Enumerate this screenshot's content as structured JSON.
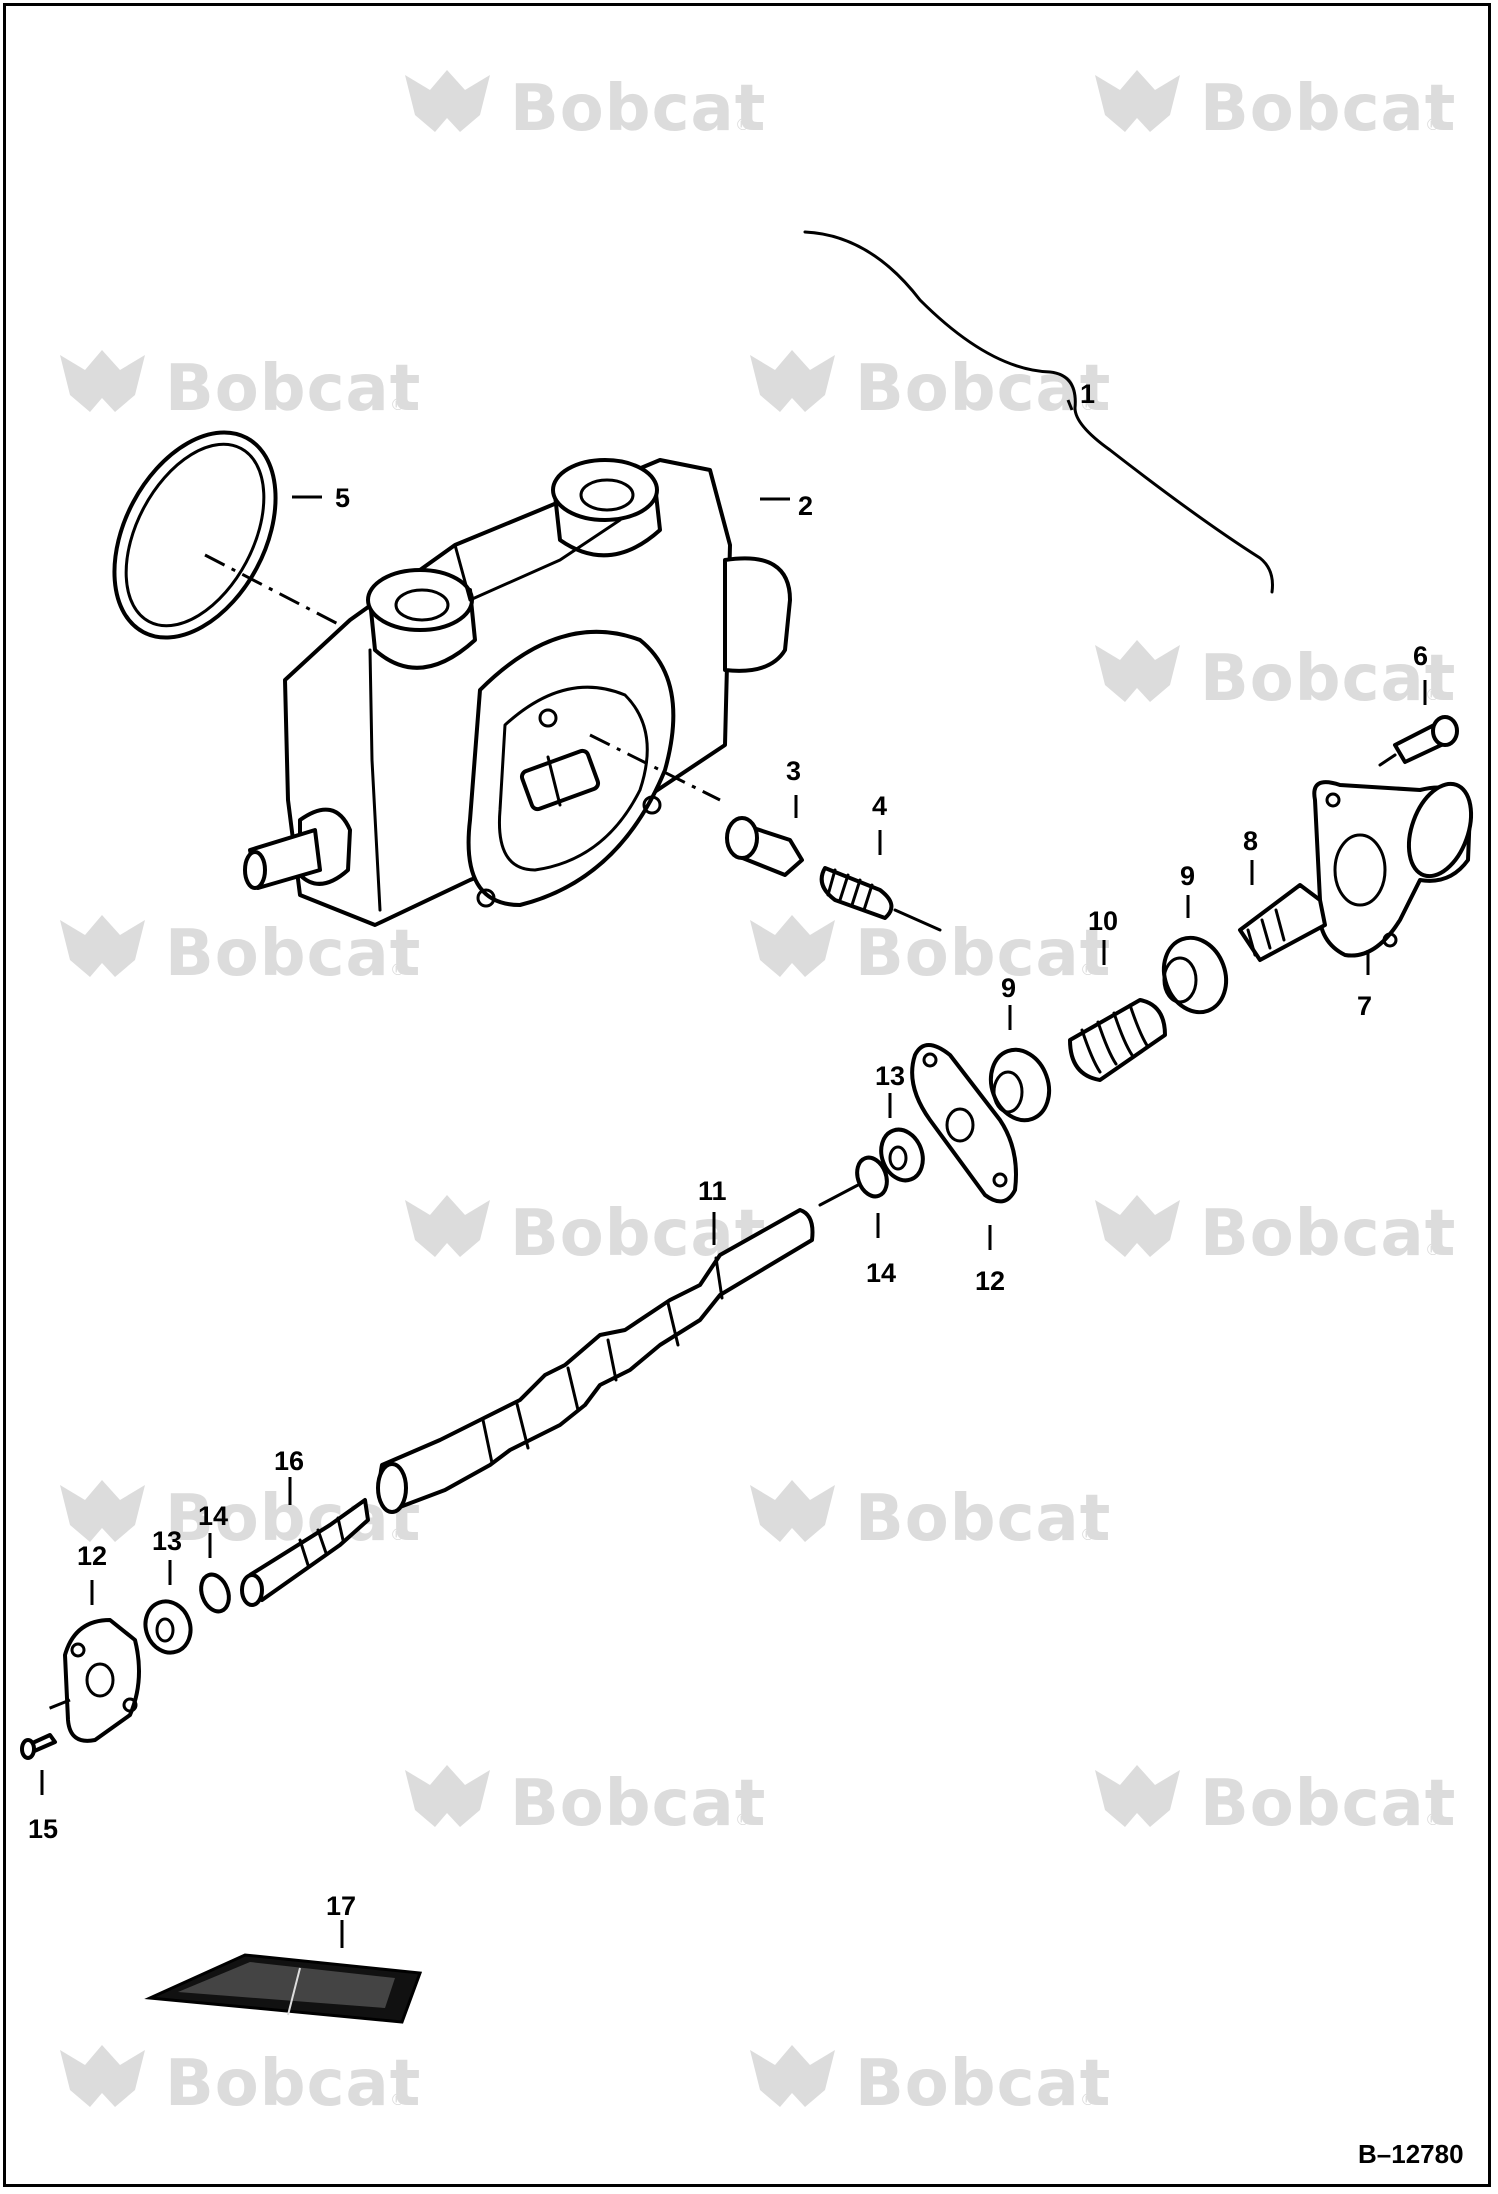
{
  "watermark": {
    "text": "Bobcat",
    "reg": "®"
  },
  "callouts": [
    "1",
    "2",
    "3",
    "4",
    "5",
    "6",
    "7",
    "8",
    "9",
    "9",
    "10",
    "11",
    "12",
    "12",
    "13",
    "13",
    "14",
    "14",
    "15",
    "16",
    "17"
  ],
  "reference_number": "B–12780"
}
